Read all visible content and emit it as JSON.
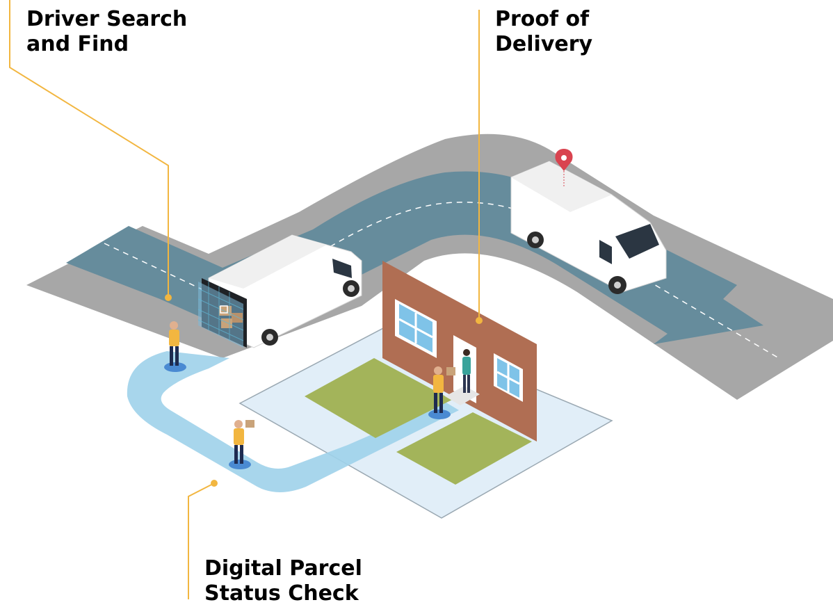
{
  "labels": {
    "driver_search": {
      "line1": "Driver Search",
      "line2": "and Find"
    },
    "proof_of_delivery": {
      "line1": "Proof of",
      "line2": "Delivery"
    },
    "digital_parcel": {
      "line1": "Digital Parcel",
      "line2": "Status Check"
    }
  },
  "colors": {
    "accent_callout": "#f2b640",
    "road_gray": "#a7a7a7",
    "road_lane": "#668c9c",
    "path_light_blue": "#9ed2ea",
    "ground_pale_blue": "#e1eef8",
    "lawn_green": "#a3b45a",
    "brick_wall": "#b06e53",
    "van_white": "#ffffff",
    "location_pin_red": "#d9434f"
  },
  "icons": {
    "location_pin": "location-pin-icon"
  }
}
